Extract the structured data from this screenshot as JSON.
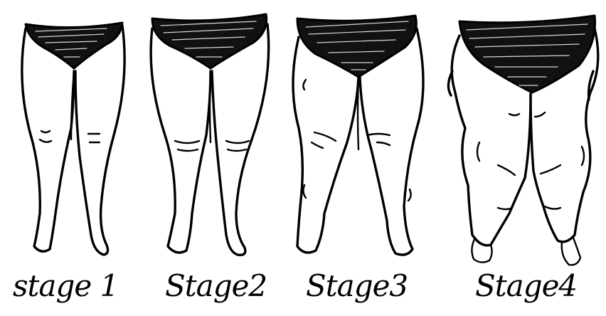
{
  "figure": {
    "stages": [
      {
        "label": "stage 1"
      },
      {
        "label": "Stage2"
      },
      {
        "label": "Stage3"
      },
      {
        "label": "Stage4"
      }
    ]
  }
}
